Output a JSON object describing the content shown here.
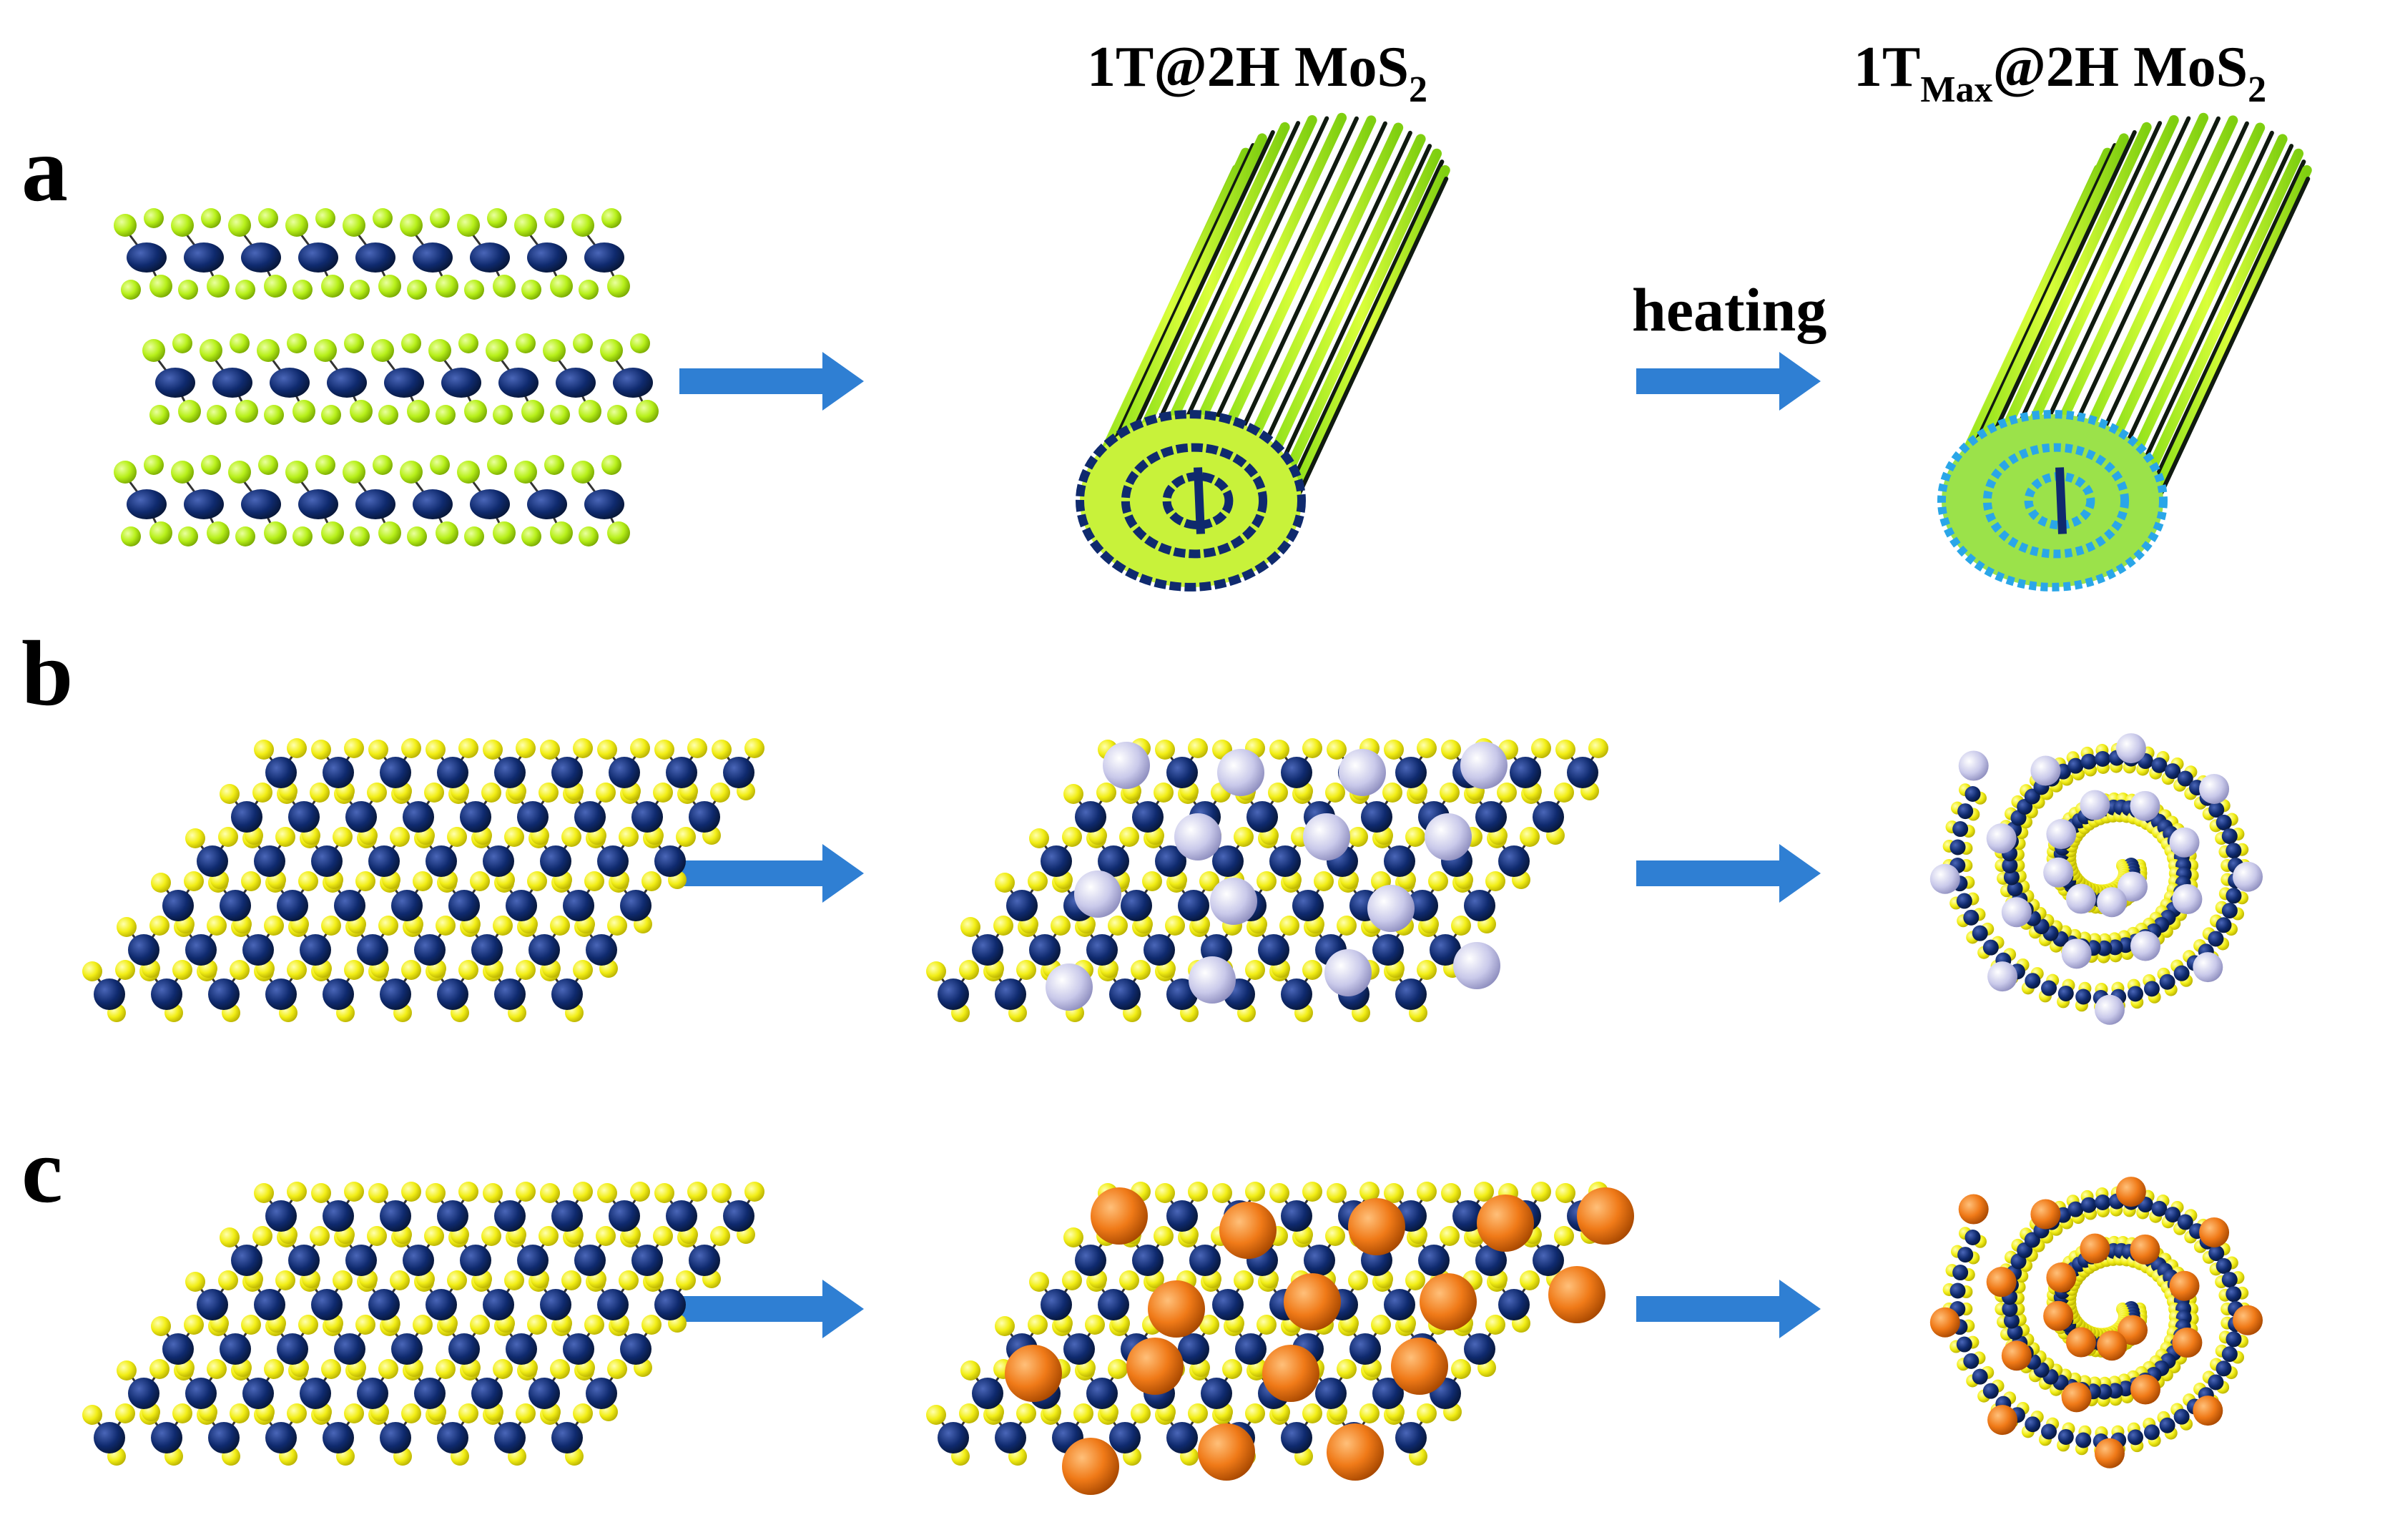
{
  "headers": {
    "middle": {
      "main": "1T@2H MoS",
      "sub": "2"
    },
    "right": {
      "pre": "1T",
      "sub1": "Max",
      "mid": "@2H MoS",
      "sub2": "2"
    }
  },
  "rows": [
    {
      "label": "a"
    },
    {
      "label": "b"
    },
    {
      "label": "c"
    }
  ],
  "arrow_annotation": "heating",
  "colors": {
    "molybdenum": "#0f2a6e",
    "sulfur": "#f2ee16",
    "sulfur_layered": "#b7f01a",
    "intercalant_b": "#c9c9ea",
    "intercalant_c": "#f07a18",
    "arrow": "#2f7fd3",
    "tube_ring_heated": "#2aa6e8"
  }
}
